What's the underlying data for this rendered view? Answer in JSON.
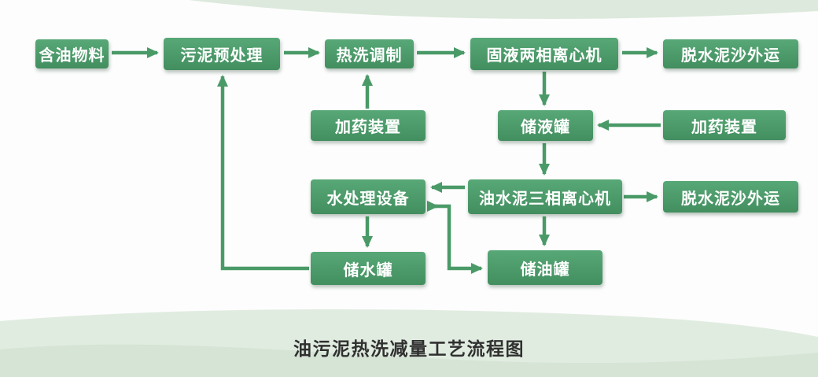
{
  "diagram": {
    "title": "油污泥热洗减量工艺流程图",
    "colors": {
      "node_green_top": "#58a877",
      "node_green_bottom": "#428e5f",
      "arrow_green": "#4a9a68",
      "decor_light_green_1": "#e1ece1",
      "decor_light_green_2": "#d5e4d5",
      "decor_top_band": "#dce9dc",
      "title_color": "#303030"
    },
    "nodes": [
      {
        "id": "oily-material",
        "label": "含油物料"
      },
      {
        "id": "sludge-pretreatment",
        "label": "污泥预处理"
      },
      {
        "id": "hot-wash-conditioning",
        "label": "热洗调制"
      },
      {
        "id": "solid-liquid-centrifuge",
        "label": "固液两相离心机"
      },
      {
        "id": "dewatered-sand-out-1",
        "label": "脱水泥沙外运"
      },
      {
        "id": "dosing-device-1",
        "label": "加药装置"
      },
      {
        "id": "liquid-storage-tank",
        "label": "储液罐"
      },
      {
        "id": "dosing-device-2",
        "label": "加药装置"
      },
      {
        "id": "water-treatment-equipment",
        "label": "水处理设备"
      },
      {
        "id": "three-phase-centrifuge",
        "label": "油水泥三相离心机"
      },
      {
        "id": "dewatered-sand-out-2",
        "label": "脱水泥沙外运"
      },
      {
        "id": "water-storage-tank",
        "label": "储水罐"
      },
      {
        "id": "oil-storage-tank",
        "label": "储油罐"
      }
    ],
    "edges": [
      {
        "from": "oily-material",
        "to": "sludge-pretreatment"
      },
      {
        "from": "sludge-pretreatment",
        "to": "hot-wash-conditioning"
      },
      {
        "from": "hot-wash-conditioning",
        "to": "solid-liquid-centrifuge"
      },
      {
        "from": "solid-liquid-centrifuge",
        "to": "dewatered-sand-out-1"
      },
      {
        "from": "dosing-device-1",
        "to": "hot-wash-conditioning"
      },
      {
        "from": "solid-liquid-centrifuge",
        "to": "liquid-storage-tank"
      },
      {
        "from": "dosing-device-2",
        "to": "liquid-storage-tank"
      },
      {
        "from": "liquid-storage-tank",
        "to": "three-phase-centrifuge"
      },
      {
        "from": "three-phase-centrifuge",
        "to": "water-treatment-equipment"
      },
      {
        "from": "three-phase-centrifuge",
        "to": "dewatered-sand-out-2"
      },
      {
        "from": "three-phase-centrifuge",
        "to": "oil-storage-tank"
      },
      {
        "from": "water-treatment-equipment",
        "to": "water-storage-tank"
      },
      {
        "from": "water-treatment-equipment",
        "to": "oil-storage-tank"
      },
      {
        "from": "water-storage-tank",
        "to": "sludge-pretreatment"
      }
    ]
  }
}
